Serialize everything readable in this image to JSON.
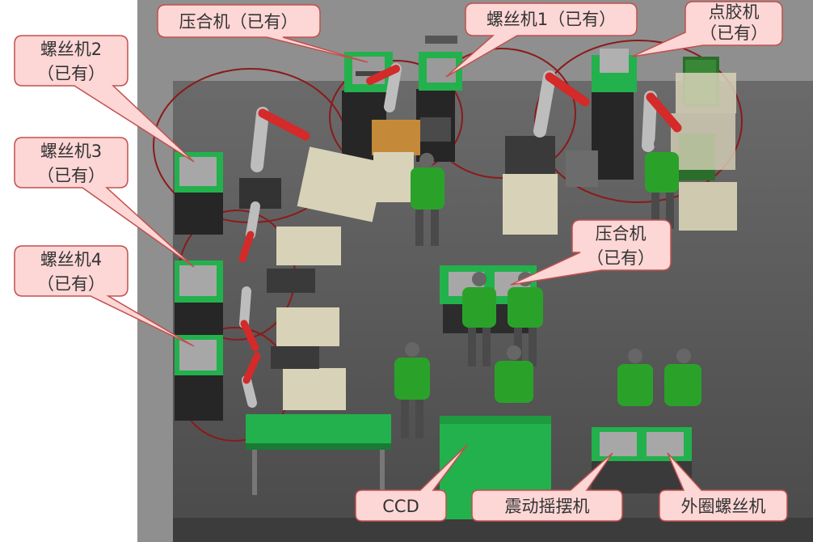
{
  "callouts": {
    "press_top": "压合机（已有）",
    "screw1": "螺丝机1（已有）",
    "glue_line1": "点胶机",
    "glue_line2": "（已有）",
    "screw2_line1": "螺丝机2",
    "screw2_line2": "（已有）",
    "screw3_line1": "螺丝机3",
    "screw3_line2": "（已有）",
    "screw4_line1": "螺丝机4",
    "screw4_line2": "（已有）",
    "press_mid_line1": "压合机",
    "press_mid_line2": "（已有）",
    "ccd": "CCD",
    "vibration": "震动摇摆机",
    "outer_screw": "外圈螺丝机"
  },
  "colors": {
    "floor": "#5b5b5b",
    "callout_fill": "#fdd6d6",
    "callout_border": "#c0504d",
    "machine_green": "#22b14c",
    "worker_green": "#2aa22a",
    "robot_red": "#d42a2a",
    "work_circle": "#8b1a1a"
  }
}
